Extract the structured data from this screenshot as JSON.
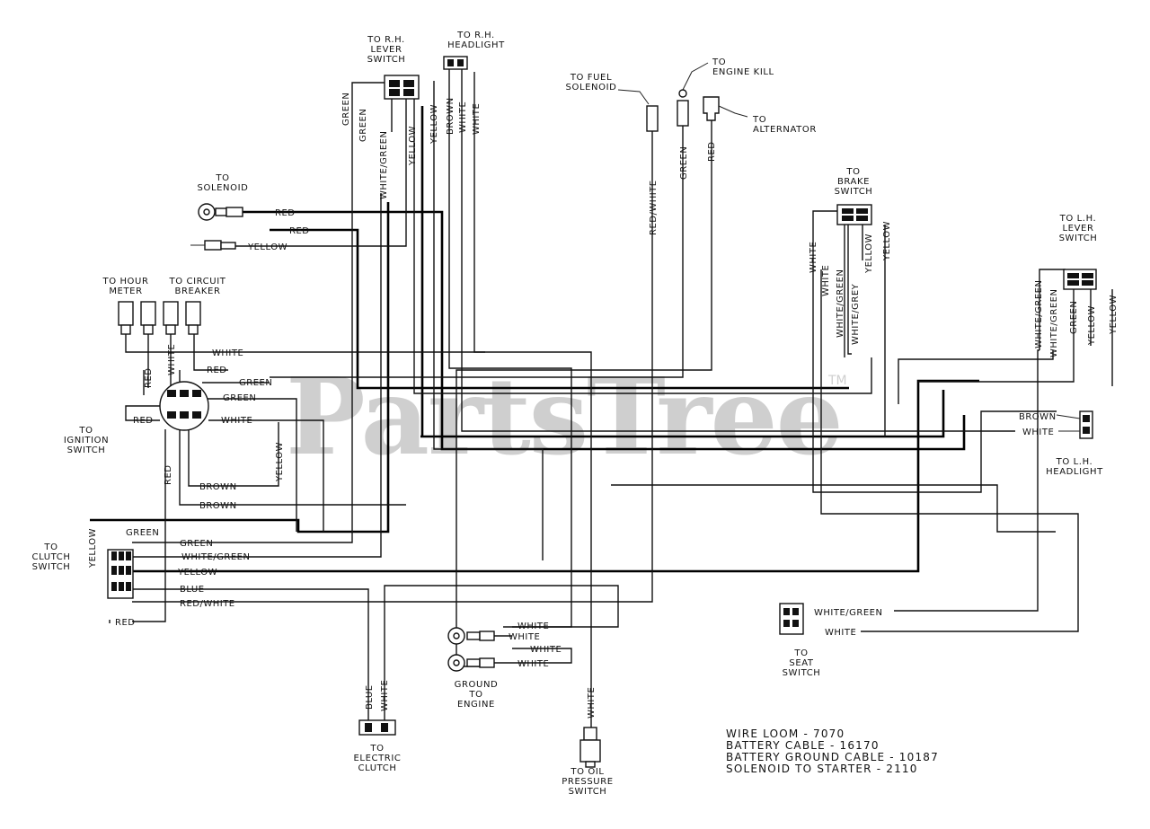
{
  "watermark": {
    "text": "PartsTree",
    "mark": "TM"
  },
  "components": {
    "rh_lever_switch": [
      "TO R.H.",
      "LEVER",
      "SWITCH"
    ],
    "rh_headlight": [
      "TO R.H.",
      "HEADLIGHT"
    ],
    "fuel_solenoid": [
      "TO FUEL",
      "SOLENOID"
    ],
    "engine_kill": [
      "TO",
      "ENGINE KILL"
    ],
    "alternator": [
      "TO",
      "ALTERNATOR"
    ],
    "solenoid": [
      "TO",
      "SOLENOID"
    ],
    "brake_switch": [
      "TO",
      "BRAKE",
      "SWITCH"
    ],
    "lh_lever_switch": [
      "TO L.H.",
      "LEVER",
      "SWITCH"
    ],
    "hour_meter": [
      "TO HOUR",
      "METER"
    ],
    "circuit_breaker": [
      "TO CIRCUIT",
      "BREAKER"
    ],
    "ignition_switch": [
      "TO",
      "IGNITION",
      "SWITCH"
    ],
    "lh_headlight": [
      "TO L.H.",
      "HEADLIGHT"
    ],
    "clutch_switch": [
      "TO",
      "CLUTCH",
      "SWITCH"
    ],
    "seat_switch": [
      "TO",
      "SEAT",
      "SWITCH"
    ],
    "ground": [
      "GROUND",
      "TO",
      "ENGINE"
    ],
    "electric_clutch": [
      "TO",
      "ELECTRIC",
      "CLUTCH"
    ],
    "oil_pressure": [
      "TO OIL",
      "PRESSURE",
      "SWITCH"
    ]
  },
  "wire_labels": {
    "green": "GREEN",
    "white_green": "WHITE/GREEN",
    "yellow": "YELLOW",
    "brown": "BROWN",
    "white": "WHITE",
    "red": "RED",
    "red_white": "RED/WHITE",
    "blue": "BLUE",
    "white_grey": "WHITE/GREY"
  },
  "notes": [
    "WIRE LOOM - 7070",
    "BATTERY CABLE - 16170",
    "BATTERY GROUND CABLE - 10187",
    "SOLENOID TO STARTER - 2110"
  ],
  "colors": {
    "ink": "#111111",
    "watermark": "#cfcfcf",
    "background": "#ffffff"
  }
}
